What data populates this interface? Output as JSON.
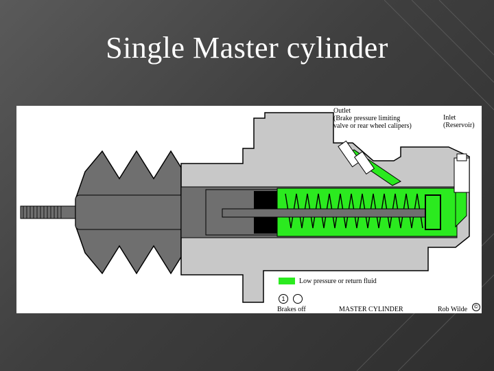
{
  "slide": {
    "title": "Single Master cylinder"
  },
  "diagram": {
    "outlet_label": [
      "Outlet",
      "(Brake pressure limiting",
      "valve or rear wheel calipers)"
    ],
    "inlet_label": [
      "Inlet",
      "(Reservoir)"
    ],
    "legend_text": "Low pressure or return fluid",
    "state_number": "1",
    "state_label": "Brakes off",
    "name_label": "MASTER CYLINDER",
    "author": "Rob Wilde",
    "copyright_symbol": "©"
  },
  "colors": {
    "fluid_green": "#2bea1f",
    "body_gray": "#c8c8c8",
    "rod_gray": "#6f6f6f"
  }
}
